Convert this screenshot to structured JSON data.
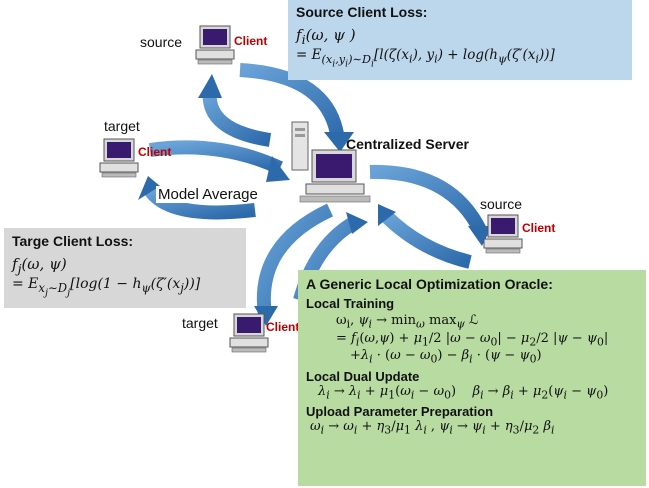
{
  "labels": {
    "source_top": "source",
    "target_left": "target",
    "source_right": "source",
    "target_bottom": "target",
    "client": "Client",
    "server": "Centralized Server",
    "model_average": "Model Average"
  },
  "source_box": {
    "title": "Source Client Loss:",
    "line1": "f_i(ω, ψ)",
    "line2": "= E_(x_i,y_i)~D_i [l(ζ(x_i), y_i) + log(h_ψ(ζ′(x_i))]"
  },
  "target_box": {
    "title": "Targe Client Loss:",
    "line1": "f_j(ω, ψ)",
    "line2": "= E_x_j~D_j [log(1 − h_ψ(ζ′(x_j))]"
  },
  "oracle_box": {
    "title": "A Generic Local Optimization Oracle:",
    "section1": "Local Training",
    "train1": "ω_i, ψ_i → min_ω max_ψ ℒ",
    "train2": "= f_i(ω,ψ) + μ1/2 |ω − ω0| − μ2/2 |ψ − ψ0|",
    "train3": "+λ_i · (ω − ω0) − β_i · (ψ − ψ0)",
    "section2": "Local Dual Update",
    "dual": "λ_i → λ_i + μ1(ω_i − ω0)    β_i → β_i + μ2(ψ_i − ψ0)",
    "section3": "Upload Parameter Preparation",
    "upload": "ω_i → ω_i + η3/μ1 λ_i , ψ_i → ψ_i + η3/μ2 β_i"
  },
  "colors": {
    "source_box": "#bcd7ec",
    "target_box": "#d7d7d7",
    "oracle_box": "#b7dba0",
    "arrow": "#3f7fc0",
    "client_text": "#c00000",
    "screen": "#3a1a6e"
  }
}
